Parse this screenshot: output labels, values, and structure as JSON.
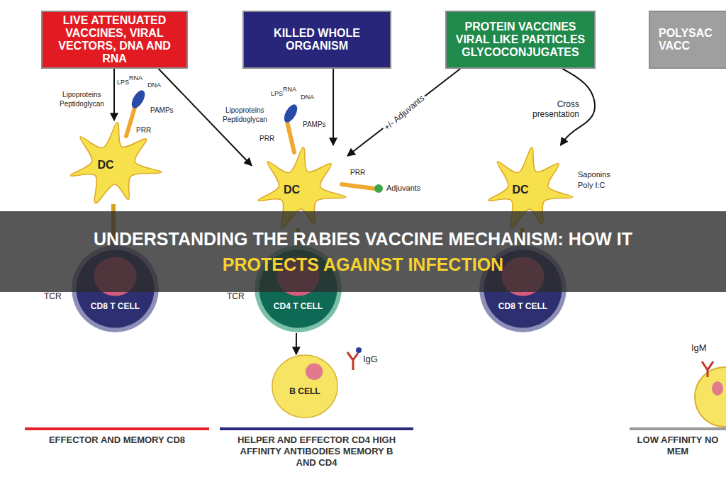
{
  "diagram": {
    "title": "UNDERSTANDING THE RABIES VACCINE MECHANISM: HOW IT PROTECTS AGAINST INFECTION",
    "nodes": [
      {
        "text": [
          "LIVE ATTENUATED VACCINES, VIRAL VECTORS, DNA AND RNA"
        ]
      },
      {
        "text": [
          "KILLED WHOLE ORGANISM"
        ]
      },
      {
        "text": [
          "PROTEIN VACCINES VIRAL LIKE PARTICLES GLYCOCONJUGATES"
        ]
      },
      {
        "text": [
          "POLYSAC VACC"
        ]
      },
      {
        "text": [
          "DC"
        ]
      },
      {
        "text": [
          "DC"
        ]
      },
      {
        "text": [
          "DC"
        ]
      },
      {
        "text": [
          "CD8 T CELL"
        ]
      },
      {
        "text": [
          "CD4 T CELL"
        ]
      },
      {
        "text": [
          "CD8 T CELL"
        ]
      },
      {
        "text": [
          "B CELL"
        ]
      }
    ],
    "edges": [
      {
        "from": 0,
        "to": 4,
        "arrow": "to"
      },
      {
        "from": 0,
        "to": 5,
        "arrow": "to"
      },
      {
        "from": 1,
        "to": 5,
        "arrow": "to"
      },
      {
        "from": 2,
        "to": 5,
        "label": "+/- Adjuvants",
        "arrow": "to"
      },
      {
        "from": 2,
        "to": 6,
        "label": "Cross presentation",
        "arrow": "to"
      },
      {
        "from": 8,
        "to": 10,
        "arrow": "to"
      }
    ],
    "labels": [
      "LPS",
      "RNA",
      "DNA",
      "Lipoproteins",
      "Peptidoglycan",
      "PAMPs",
      "PRR",
      "LPS",
      "RNA",
      "DNA",
      "Lipoproteins",
      "Peptidoglycan",
      "PAMPs",
      "PRR",
      "PRR",
      "Adjuvants",
      "Saponins",
      "Poly I:C",
      "TCR",
      "TCR",
      "IgG",
      "IgM"
    ],
    "legend": [
      {
        "text": "EFFECTOR AND MEMORY CD8",
        "color": "#e3232b"
      },
      {
        "text": "HELPER AND EFFECTOR CD4 HIGH AFFINITY ANTIBODIES MEMORY B AND CD4",
        "color": "#2a2a7c"
      },
      {
        "text": "LOW AFFINITY NO MEM",
        "color": "#9a9a9a"
      }
    ]
  }
}
